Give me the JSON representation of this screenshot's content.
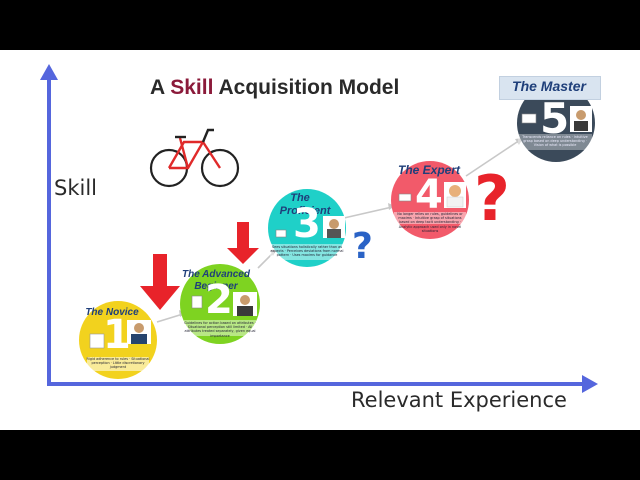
{
  "title": {
    "prefix": "A ",
    "accent": "Skill",
    "suffix": " Acquisition Model"
  },
  "axes": {
    "y_label": "Skill",
    "x_label": "Relevant Experience"
  },
  "stages": [
    {
      "name": "The Novice",
      "number": "1",
      "color": "#f2d21e",
      "notes": "Rigid adherence to rules · Situational perception · Little discretionary judgment"
    },
    {
      "name": "The Advanced Beginner",
      "line1": "The Advanced",
      "line2": "Beginner",
      "number": "2",
      "color": "#7ed321",
      "notes": "Guidelines for action based on attributes · Situational perception still limited · All attributes treated separately, given equal importance"
    },
    {
      "name": "The Proficient",
      "line1": "The",
      "line2": "Proficient",
      "number": "3",
      "color": "#1fd0c8",
      "notes": "Sees situations holistically rather than as aspects · Perceives deviations from normal pattern · Uses maxims for guidance"
    },
    {
      "name": "The Expert",
      "number": "4",
      "color": "#f25a6a",
      "notes": "No longer relies on rules, guidelines or maxims · Intuitive grasp of situations based on deep tacit understanding · Analytic approach used only in novel situations"
    },
    {
      "name": "The Master",
      "number": "5",
      "color": "#3b4a5a",
      "notes": "Transcends reliance on rules · Intuitive grasp based on deep understanding · Vision of what is possible"
    }
  ],
  "question_marks": [
    "?",
    "?"
  ],
  "colors": {
    "arrow": "#5566dd",
    "down_arrow": "#e8232a",
    "qmark_small": "#2a63c6",
    "qmark_large": "#e8232a",
    "connector": "#c8c8c8"
  },
  "icons": [
    "bicycle-icon",
    "down-arrow-icon",
    "question-mark-icon",
    "person-avatar-icon"
  ]
}
